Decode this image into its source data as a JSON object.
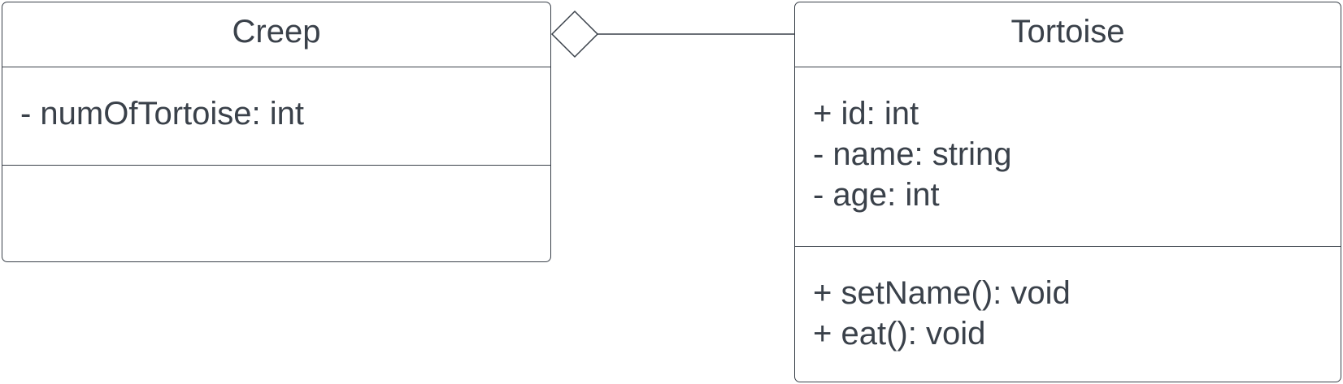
{
  "diagram": {
    "classes": [
      {
        "name": "Creep",
        "attributes": [
          "- numOfTortoise: int"
        ],
        "methods": []
      },
      {
        "name": "Tortoise",
        "attributes": [
          "+ id: int",
          "- name: string",
          "- age: int"
        ],
        "methods": [
          "+ setName(): void",
          "+ eat(): void"
        ]
      }
    ],
    "relationship": {
      "type": "aggregation",
      "whole": "Creep",
      "part": "Tortoise"
    }
  },
  "colors": {
    "stroke": "#3a414a",
    "background": "#ffffff"
  }
}
